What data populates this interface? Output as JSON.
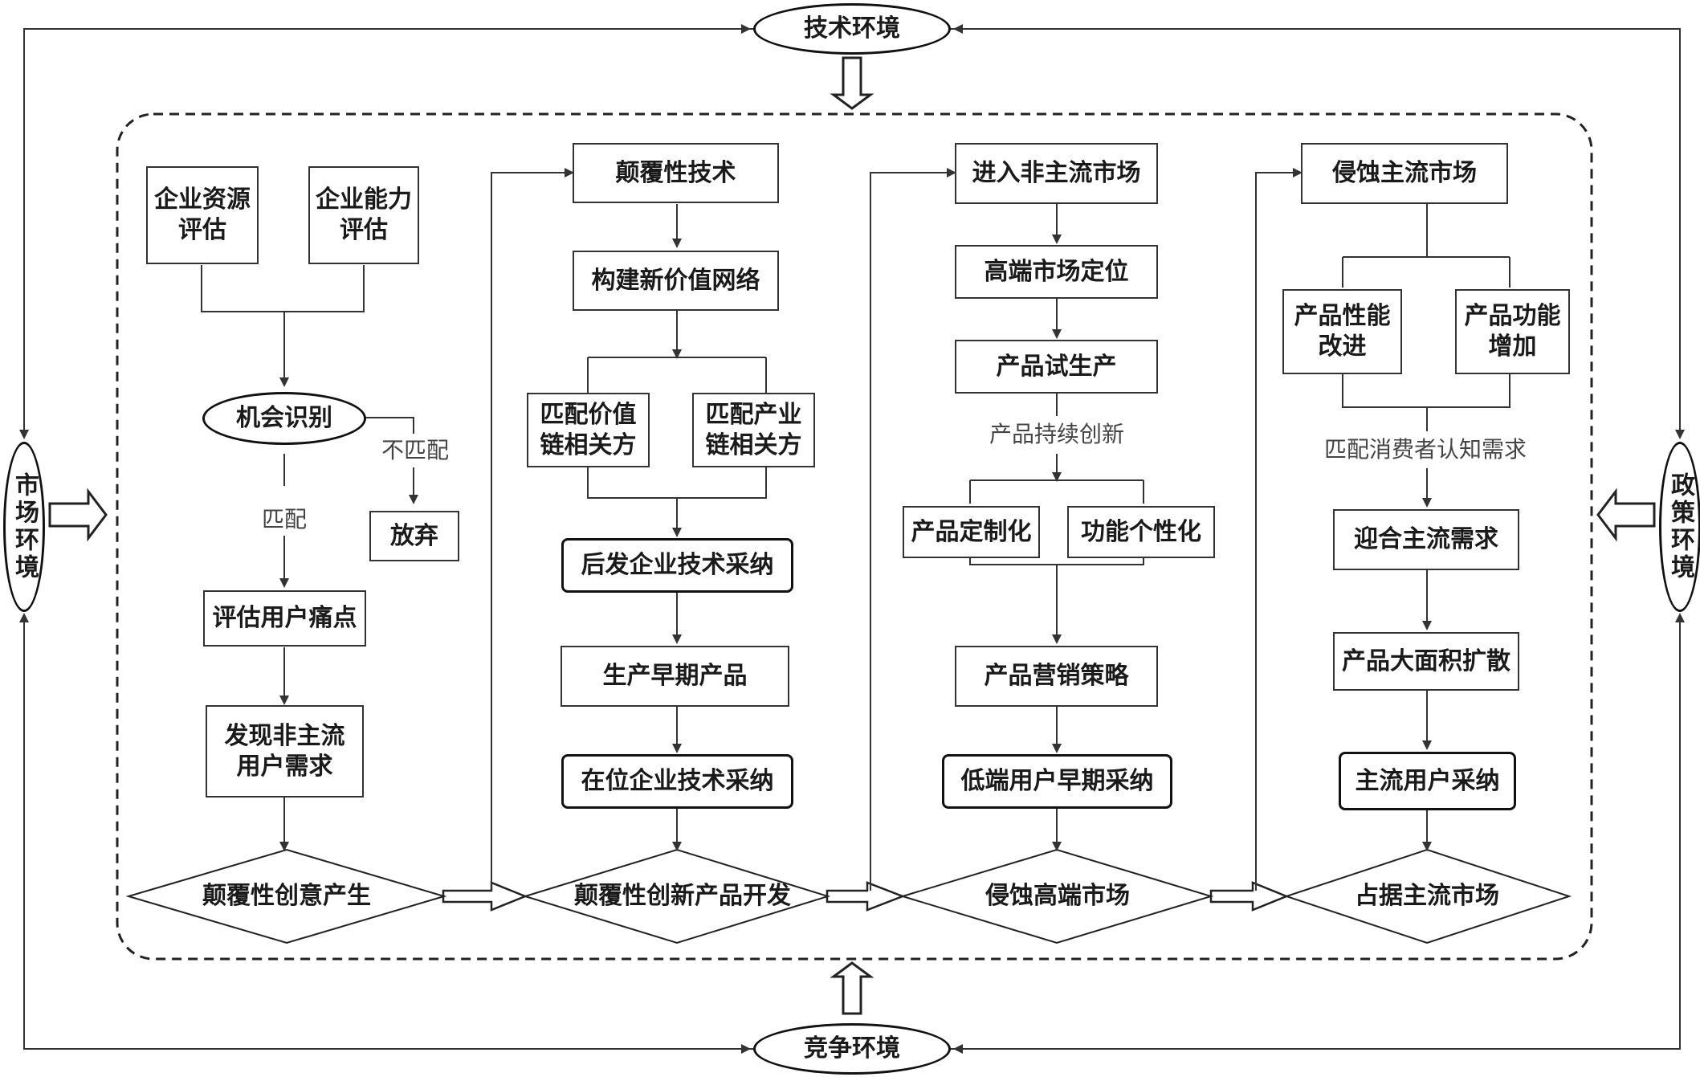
{
  "environments": {
    "top": "技术环境",
    "bottom": "竞争环境",
    "left": "市场环境",
    "right": "政策环境"
  },
  "stage1": {
    "resource_eval": "企业资源\n评估",
    "capability_eval": "企业能力\n评估",
    "opportunity": "机会识别",
    "mismatch_label": "不匹配",
    "abandon": "放弃",
    "match_label": "匹配",
    "pain_points": "评估用户痛点",
    "nonmainstream_needs": "发现非主流\n用户需求",
    "diamond": "颠覆性创意产生"
  },
  "stage2": {
    "tech": "颠覆性技术",
    "value_network": "构建新价值网络",
    "value_chain": "匹配价值\n链相关方",
    "industry_chain": "匹配产业\n链相关方",
    "late_adopt": "后发企业技术采纳",
    "early_product": "生产早期产品",
    "incumbent_adopt": "在位企业技术采纳",
    "diamond": "颠覆性创新产品开发"
  },
  "stage3": {
    "enter": "进入非主流市场",
    "high_end": "高端市场定位",
    "trial": "产品试生产",
    "continuous_label": "产品持续创新",
    "customize": "产品定制化",
    "personalize": "功能个性化",
    "marketing": "产品营销策略",
    "low_end_adopt": "低端用户早期采纳",
    "diamond": "侵蚀高端市场"
  },
  "stage4": {
    "erode": "侵蚀主流市场",
    "performance": "产品性能\n改进",
    "function": "产品功能\n增加",
    "cognition_label": "匹配消费者认知需求",
    "cater": "迎合主流需求",
    "diffusion": "产品大面积扩散",
    "mainstream_adopt": "主流用户采纳",
    "diamond": "占据主流市场"
  }
}
